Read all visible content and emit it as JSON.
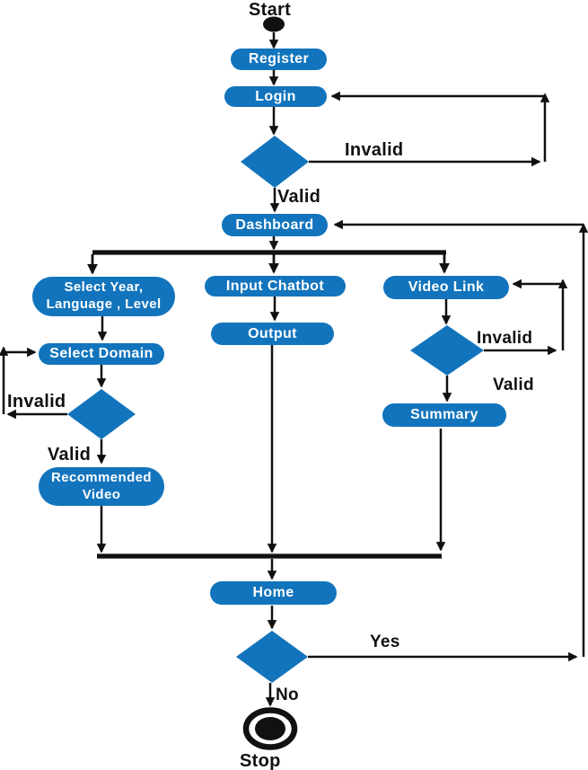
{
  "title": "Activity flowchart",
  "colors": {
    "node_fill": "#1274BC",
    "node_text": "#FFFFFF",
    "line": "#111111",
    "label_text": "#111111",
    "background": "#FFFFFF"
  },
  "nodes": {
    "start": {
      "label": "Start",
      "type": "start"
    },
    "register": {
      "label": "Register",
      "type": "activity"
    },
    "login": {
      "label": "Login",
      "type": "activity"
    },
    "login_decision": {
      "label": "",
      "type": "decision"
    },
    "dashboard": {
      "label": "Dashboard",
      "type": "activity"
    },
    "select_year": {
      "line1": "Select Year,",
      "line2": "Language , Level",
      "type": "activity"
    },
    "select_domain": {
      "label": "Select Domain",
      "type": "activity"
    },
    "domain_decision": {
      "label": "",
      "type": "decision"
    },
    "recommended_video": {
      "line1": "Recommended",
      "line2": "Video",
      "type": "activity"
    },
    "input_chatbot": {
      "label": "Input Chatbot",
      "type": "activity"
    },
    "output": {
      "label": "Output",
      "type": "activity"
    },
    "video_link": {
      "label": "Video Link",
      "type": "activity"
    },
    "video_decision": {
      "label": "",
      "type": "decision"
    },
    "summary": {
      "label": "Summary",
      "type": "activity"
    },
    "home": {
      "label": "Home",
      "type": "activity"
    },
    "home_decision": {
      "label": "",
      "type": "decision"
    },
    "stop": {
      "label": "Stop",
      "type": "end"
    }
  },
  "edge_labels": {
    "login_invalid": "Invalid",
    "login_valid": "Valid",
    "domain_invalid": "Invalid",
    "domain_valid": "Valid",
    "video_invalid": "Invalid",
    "video_valid": "Valid",
    "home_yes": "Yes",
    "home_no": "No"
  },
  "edges": [
    {
      "from": "start",
      "to": "register",
      "label": ""
    },
    {
      "from": "register",
      "to": "login",
      "label": ""
    },
    {
      "from": "login",
      "to": "login_decision",
      "label": ""
    },
    {
      "from": "login_decision",
      "to": "login",
      "label": "Invalid"
    },
    {
      "from": "login_decision",
      "to": "dashboard",
      "label": "Valid"
    },
    {
      "from": "dashboard",
      "to": "fork",
      "label": ""
    },
    {
      "from": "fork",
      "to": "select_year",
      "label": ""
    },
    {
      "from": "fork",
      "to": "input_chatbot",
      "label": ""
    },
    {
      "from": "fork",
      "to": "video_link",
      "label": ""
    },
    {
      "from": "select_year",
      "to": "select_domain",
      "label": ""
    },
    {
      "from": "select_domain",
      "to": "domain_decision",
      "label": ""
    },
    {
      "from": "domain_decision",
      "to": "select_domain",
      "label": "Invalid"
    },
    {
      "from": "domain_decision",
      "to": "recommended_video",
      "label": "Valid"
    },
    {
      "from": "input_chatbot",
      "to": "output",
      "label": ""
    },
    {
      "from": "video_link",
      "to": "video_decision",
      "label": ""
    },
    {
      "from": "video_decision",
      "to": "video_link",
      "label": "Invalid"
    },
    {
      "from": "video_decision",
      "to": "summary",
      "label": "Valid"
    },
    {
      "from": "recommended_video",
      "to": "join",
      "label": ""
    },
    {
      "from": "output",
      "to": "join",
      "label": ""
    },
    {
      "from": "summary",
      "to": "join",
      "label": ""
    },
    {
      "from": "join",
      "to": "home",
      "label": ""
    },
    {
      "from": "home",
      "to": "home_decision",
      "label": ""
    },
    {
      "from": "home_decision",
      "to": "dashboard",
      "label": "Yes"
    },
    {
      "from": "home_decision",
      "to": "stop",
      "label": "No"
    }
  ]
}
